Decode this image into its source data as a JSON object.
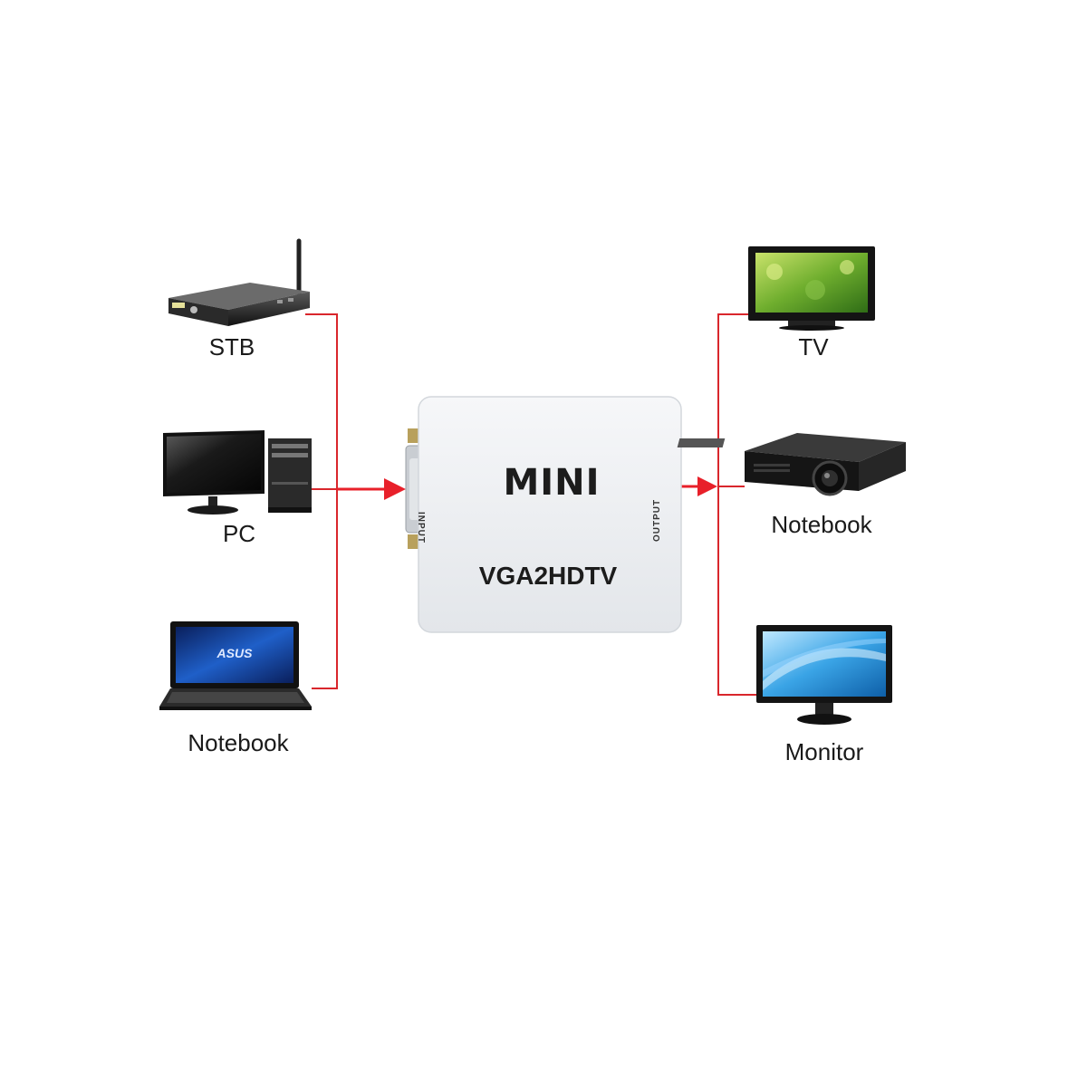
{
  "inputs": {
    "stb": "STB",
    "pc": "PC",
    "notebook": "Notebook"
  },
  "outputs": {
    "tv": "TV",
    "projector": "Notebook",
    "monitor": "Monitor"
  },
  "converter": {
    "brand": "MINI",
    "model": "VGA2HDTV",
    "input_port": "INPUT",
    "output_port": "OUTPUT"
  },
  "screen_brand": "ASUS",
  "colors": {
    "connector_line": "#d9262c",
    "arrow": "#e8202a",
    "box_body": "#eef0f3"
  }
}
